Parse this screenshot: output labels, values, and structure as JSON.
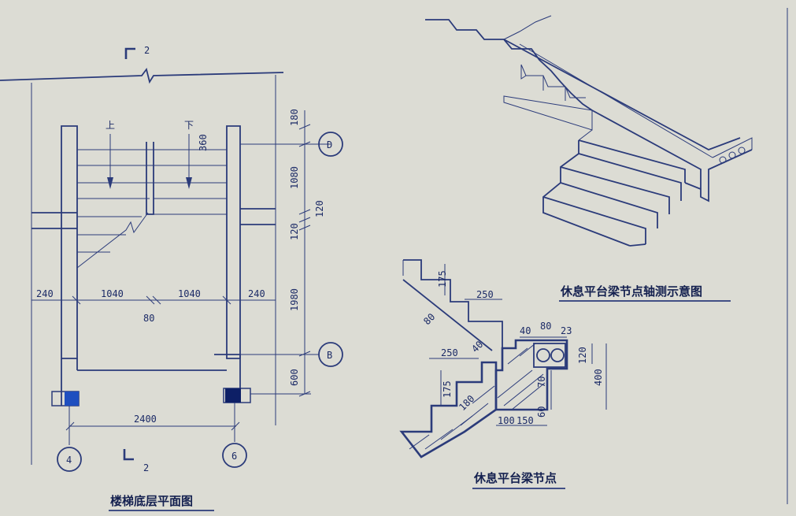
{
  "plan": {
    "caption": "楼梯底层平面图",
    "section_mark_top": "2",
    "section_mark_bottom": "2",
    "up_label": "上",
    "down_label": "下",
    "dims_horizontal": [
      "240",
      "1040",
      "1040",
      "240",
      "80"
    ],
    "dim_bottom": "2400",
    "dims_vertical": [
      "180",
      "360",
      "1080",
      "120",
      "120",
      "1980",
      "600"
    ],
    "axis_labels": [
      "D",
      "B",
      "4",
      "6"
    ]
  },
  "axo": {
    "caption": "休息平台梁节点轴测示意图"
  },
  "detail": {
    "caption": "休息平台梁节点",
    "dims": [
      "175",
      "250",
      "80",
      "250",
      "40",
      "175",
      "40",
      "80",
      "23",
      "120",
      "400",
      "70",
      "60",
      "100",
      "150",
      "180"
    ]
  },
  "colors": {
    "ink": "#2b3b7a",
    "paper": "#dcdcd4",
    "fill_blue": "#1f4fbf",
    "dark_block": "#0d1f66"
  }
}
